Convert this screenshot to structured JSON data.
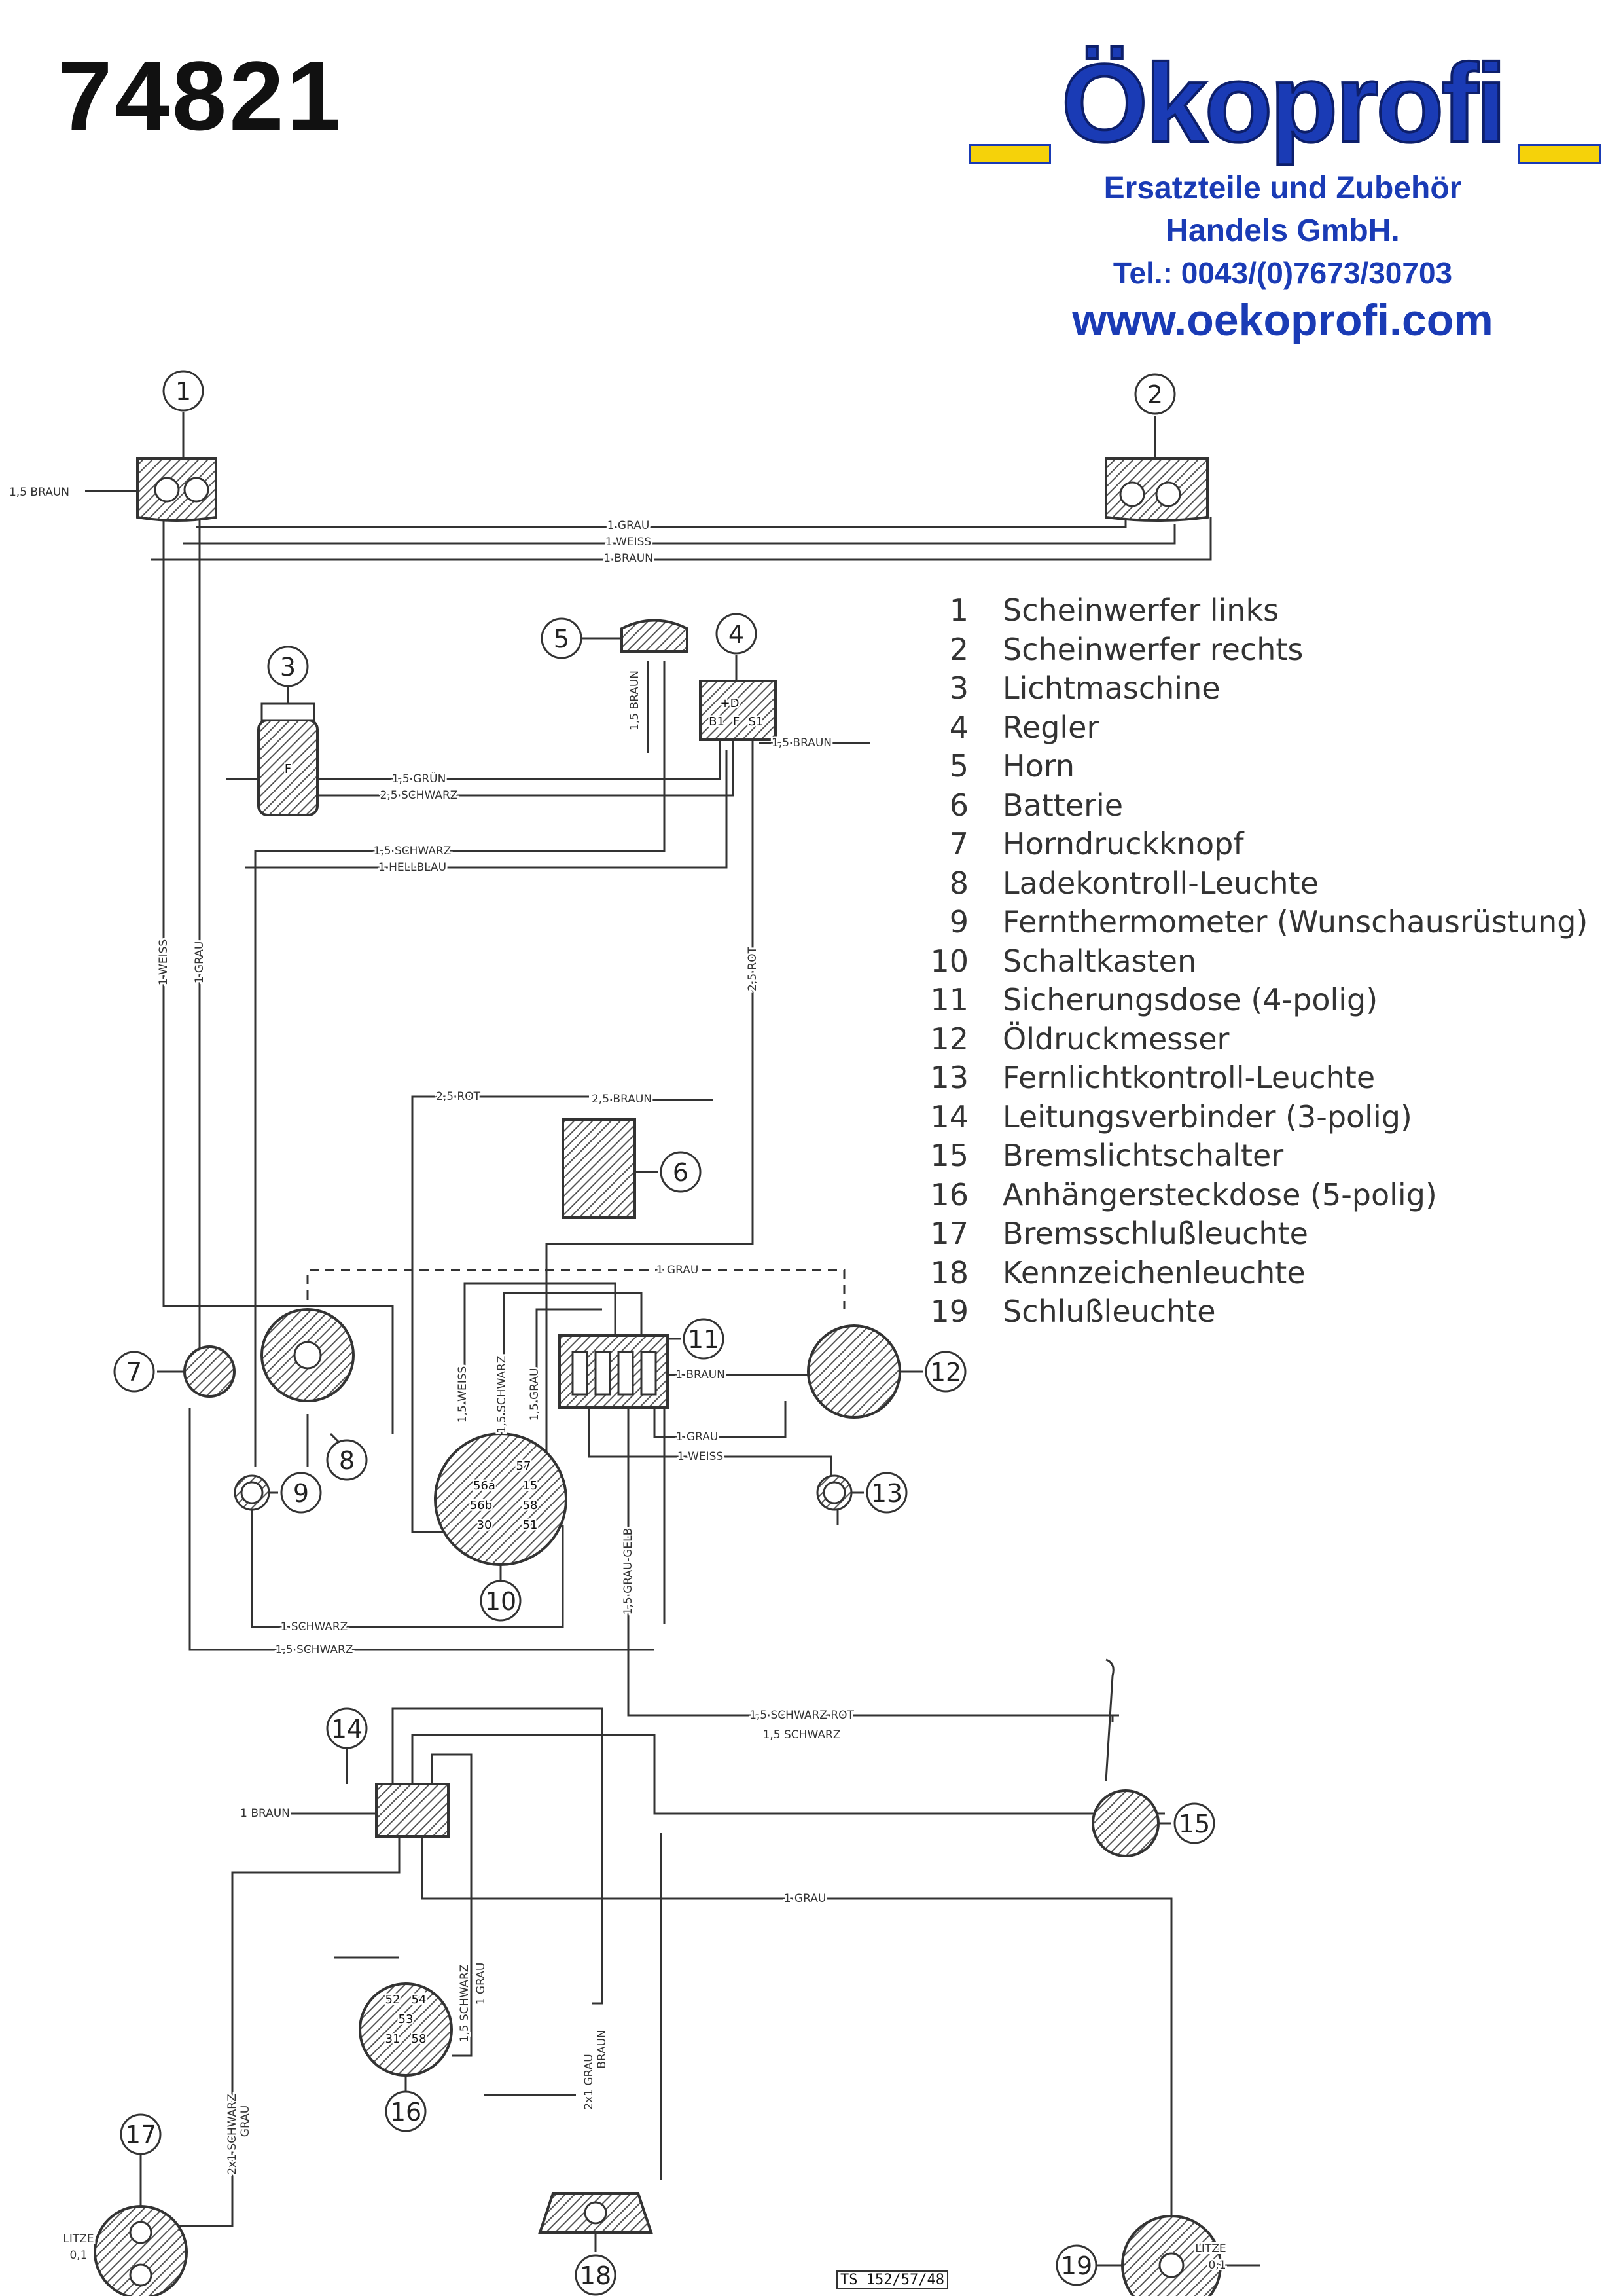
{
  "part_number": "74821",
  "logo": {
    "brand": "Ökoprofi",
    "line1": "Ersatzteile und Zubehör",
    "line2": "Handels GmbH.",
    "phone": "Tel.: 0043/(0)7673/30703",
    "website": "www.oekoprofi.com",
    "colors": {
      "blue": "#1a3bb5",
      "yellow": "#f5d20a"
    }
  },
  "legend": [
    {
      "num": "1",
      "text": "Scheinwerfer links"
    },
    {
      "num": "2",
      "text": "Scheinwerfer rechts"
    },
    {
      "num": "3",
      "text": "Lichtmaschine"
    },
    {
      "num": "4",
      "text": "Regler"
    },
    {
      "num": "5",
      "text": "Horn"
    },
    {
      "num": "6",
      "text": "Batterie"
    },
    {
      "num": "7",
      "text": "Horndruckknopf"
    },
    {
      "num": "8",
      "text": "Ladekontroll-Leuchte"
    },
    {
      "num": "9",
      "text": "Fernthermometer (Wunschausrüstung)"
    },
    {
      "num": "10",
      "text": "Schaltkasten"
    },
    {
      "num": "11",
      "text": "Sicherungsdose (4-polig)"
    },
    {
      "num": "12",
      "text": "Öldruckmesser"
    },
    {
      "num": "13",
      "text": "Fernlichtkontroll-Leuchte"
    },
    {
      "num": "14",
      "text": "Leitungsverbinder (3-polig)"
    },
    {
      "num": "15",
      "text": "Bremslichtschalter"
    },
    {
      "num": "16",
      "text": "Anhängersteckdose (5-polig)"
    },
    {
      "num": "17",
      "text": "Bremsschlußleuchte"
    },
    {
      "num": "18",
      "text": "Kennzeichenleuchte"
    },
    {
      "num": "19",
      "text": "Schlußleuchte"
    }
  ],
  "wire_labels": {
    "w1": "1,5 BRAUN",
    "w2": "1 GRAU",
    "w3": "1 WEISS",
    "w4": "1 BRAUN",
    "w5": "1,5 BRAUN",
    "w6": "1,5 BRAUN",
    "w7": "1,5 GRÜN",
    "w8": "2,5 SCHWARZ",
    "w9": "1,5 SCHWARZ",
    "w10": "1 HELLBLAU",
    "w11": "1 WEISS",
    "w12": "1 GRAU",
    "w13": "2,5 ROT",
    "w14": "2,5 ROT",
    "w15": "2,5 BRAUN",
    "w16": "1 GRAU",
    "w17": "1,5 WEISS",
    "w18": "1,5 SCHWARZ",
    "w19": "1,5 GRAU",
    "w20": "1 BRAUN",
    "w21": "1 GRAU",
    "w22": "1 WEISS",
    "w23": "1,5 GRAU-GELB",
    "w24": "1 SCHWARZ",
    "w25": "1,5 SCHWARZ",
    "w26": "1 BRAUN",
    "w27": "1,5 SCHWARZ ROT",
    "w28": "1,5 SCHWARZ",
    "w29": "1 GRAU",
    "w30": "1,5 SCHWARZ",
    "w31": "1 GRAU",
    "w32": "2x1 GRAU",
    "w33": "BRAUN",
    "w34": "2x1 SCHWARZ",
    "w35": "GRAU",
    "w36": "LITZE",
    "w37": "0,1",
    "w38": "LITZE",
    "w39": "0,1"
  },
  "terminal_labels": {
    "reg_d": "+D",
    "reg_b1": "B1",
    "reg_f": "F",
    "reg_s1": "S1",
    "gen_f": "F",
    "sw_57": "57",
    "sw_56a": "56a",
    "sw_15": "15",
    "sw_56b": "56b",
    "sw_58": "58",
    "sw_30": "30",
    "sw_51": "51",
    "sk_52": "52",
    "sk_54": "54",
    "sk_53": "53",
    "sk_31": "31",
    "sk_58": "58"
  },
  "doc_code": "TS 152/57/48"
}
